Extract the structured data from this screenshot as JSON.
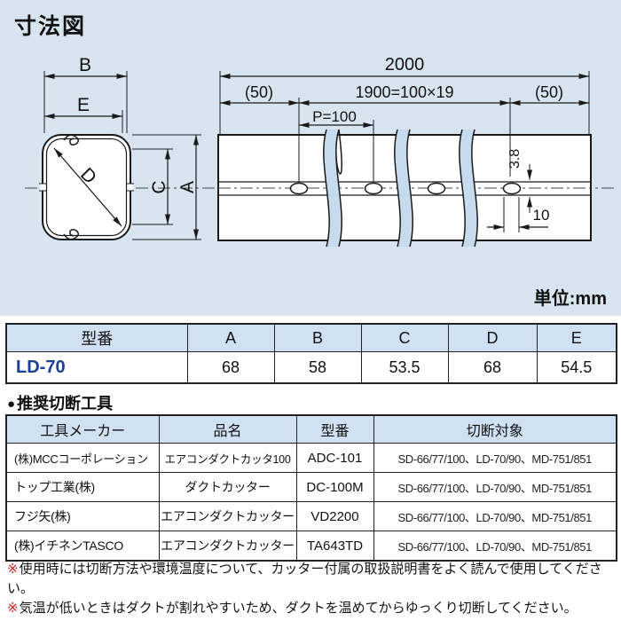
{
  "title": "寸法図",
  "unit": "単位:mm",
  "colors": {
    "panel_bg": "#d8e5f1",
    "table_header_bg": "#cfe1f2",
    "model_text": "#1c3f92",
    "note_marker": "#cc2222",
    "break_fill": "#c6dbee",
    "line": "#1a1a1a"
  },
  "diagram": {
    "cross_section": {
      "width_outer": "B",
      "width_inner": "E",
      "diagonal": "D",
      "height_inner": "C",
      "height_outer": "A"
    },
    "duct": {
      "length_total": "2000",
      "end_left": "(50)",
      "holes_span": "1900=100×19",
      "end_right": "(50)",
      "pitch": "P=100",
      "slot_width": "3.8",
      "slot_length": "10"
    }
  },
  "dimension_table": {
    "headers": [
      "型番",
      "A",
      "B",
      "C",
      "D",
      "E"
    ],
    "rows": [
      [
        "LD-70",
        "68",
        "58",
        "53.5",
        "68",
        "54.5"
      ]
    ]
  },
  "tools_section": {
    "bullet": "●",
    "title": "推奨切断工具",
    "table": {
      "headers": [
        "工具メーカー",
        "品名",
        "型番",
        "切断対象"
      ],
      "rows": [
        [
          "(株)MCCコーポレーション",
          "エアコンダクトカッタ100",
          "ADC-101",
          "SD-66/77/100、LD-70/90、MD-751/851"
        ],
        [
          "トップ工業(株)",
          "ダクトカッター",
          "DC-100M",
          "SD-66/77/100、LD-70/90、MD-751/851"
        ],
        [
          "フジ矢(株)",
          "エアコンダクトカッター",
          "VD2200",
          "SD-66/77/100、LD-70/90、MD-751/851"
        ],
        [
          "(株)イチネンTASCO",
          "エアコンダクトカッター",
          "TA643TD",
          "SD-66/77/100、LD-70/90、MD-751/851"
        ]
      ]
    }
  },
  "notes": [
    {
      "marker": "※",
      "text": "使用時には切断方法や環境温度について、カッター付属の取扱説明書をよく読んで使用してください。"
    },
    {
      "marker": "※",
      "text": "気温が低いときはダクトが割れやすいため、ダクトを温めてからゆっくり切断してください。"
    }
  ]
}
